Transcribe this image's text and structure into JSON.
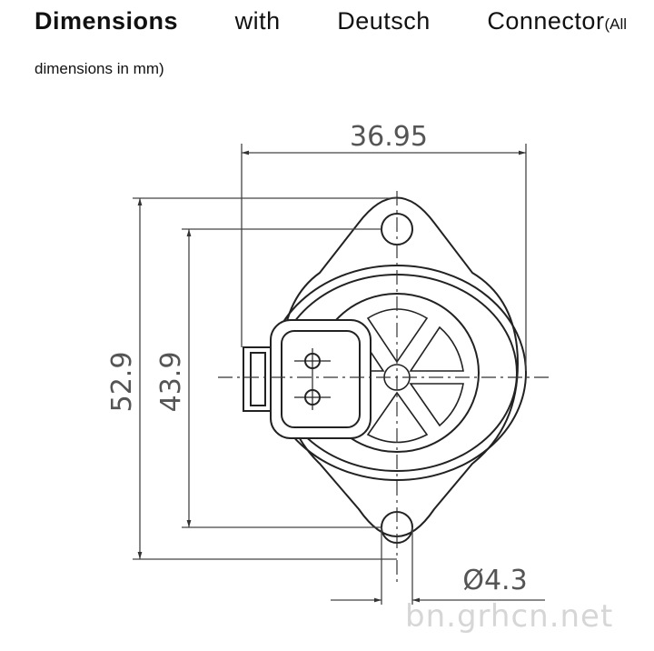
{
  "heading": {
    "word1": "Dimensions",
    "word2": "with",
    "word3": "Deutsch",
    "word4": "Connector",
    "note_start": "(All",
    "note_end": "dimensions in mm)"
  },
  "dimensions": {
    "width": "36.95",
    "overall_height": "52.9",
    "hole_spacing": "43.9",
    "hole_diameter": "Ø4.3"
  },
  "watermark": "bn.grhcn.net",
  "colors": {
    "line": "#222222",
    "dim_line": "#444444",
    "text": "#555555"
  }
}
